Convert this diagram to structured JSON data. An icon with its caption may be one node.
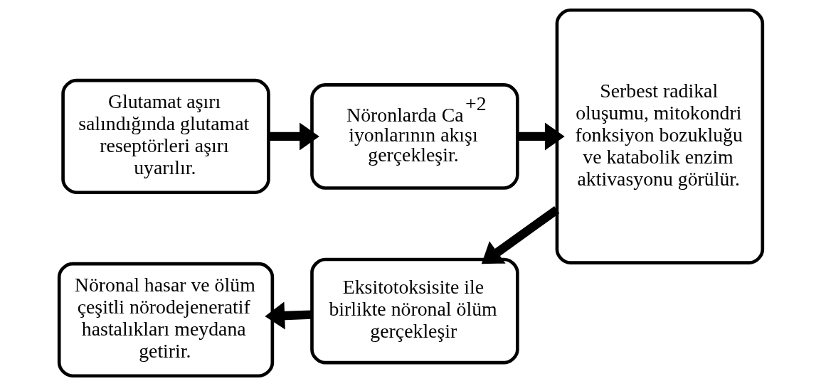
{
  "diagram": {
    "nodes": [
      {
        "text": [
          "Glutamat aşırı salındığında glutamat reseptörleri aşırı uyarılır."
        ]
      },
      {
        "text": [
          "Nöronlarda Ca$^{+2}$ iyonlarının akışı gerçekleşir."
        ]
      },
      {
        "text": [
          "Serbest radikal oluşumu, mitokondri fonksiyon bozukluğu ve katabolik enzim aktivasyonu görülür."
        ]
      },
      {
        "text": [
          "Eksitotoksisite ile birlikte nöronal ölüm gerçekleşir"
        ]
      },
      {
        "text": [
          "Nöronal hasar ve ölüm çeşitli nörodejeneratif hastalıkları meydana getirir."
        ]
      }
    ],
    "edges": [
      {
        "from": 0,
        "to": 1,
        "arrow": "to"
      },
      {
        "from": 1,
        "to": 2,
        "arrow": "to"
      },
      {
        "from": 2,
        "to": 3,
        "arrow": "to"
      },
      {
        "from": 3,
        "to": 4,
        "arrow": "to"
      }
    ]
  }
}
